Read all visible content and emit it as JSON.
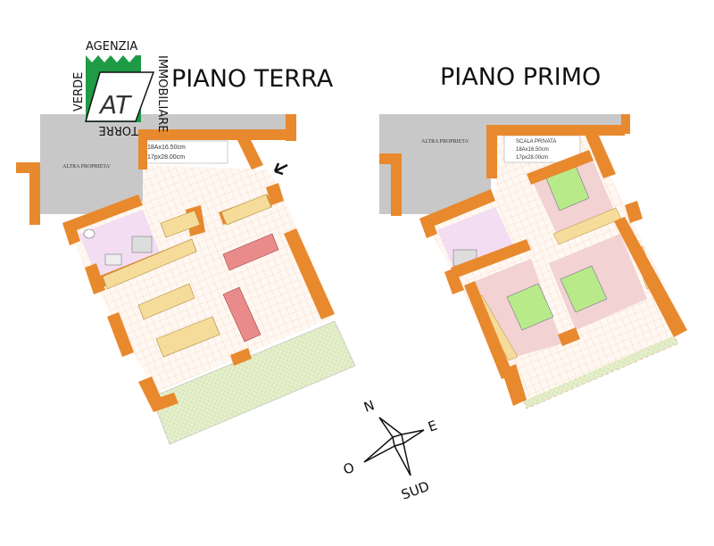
{
  "plans": [
    {
      "title": "PIANO TERRA",
      "neighbor_label": "ALTRA PROPRIETA'",
      "stair_dims": [
        "18Ax16.50cm",
        "17px28.00cm"
      ]
    },
    {
      "title": "PIANO PRIMO",
      "neighbor_label": "ALTRA PROPRIETA'",
      "stair_label": "SCALA PRIVATA",
      "stair_dims": [
        "18Ax16.50cm",
        "17px28.00cm"
      ]
    }
  ],
  "logo": {
    "top": "AGENZIA",
    "left": "VERDE",
    "right": "IMMOBILIARE",
    "bottom": "TORRE",
    "mark": "AT"
  },
  "compass": {
    "north": "N",
    "east": "E",
    "west": "O",
    "south": "SUD"
  },
  "colors": {
    "wall": "#e8892e",
    "neighbor": "#c8c8c8",
    "bath": "#f3ddf3",
    "bedroom": "#f2d2d2",
    "bed": "#b9ea8a",
    "sofa": "#e98b8b",
    "table": "#f6dc9a",
    "garden": "#e3efc9"
  }
}
